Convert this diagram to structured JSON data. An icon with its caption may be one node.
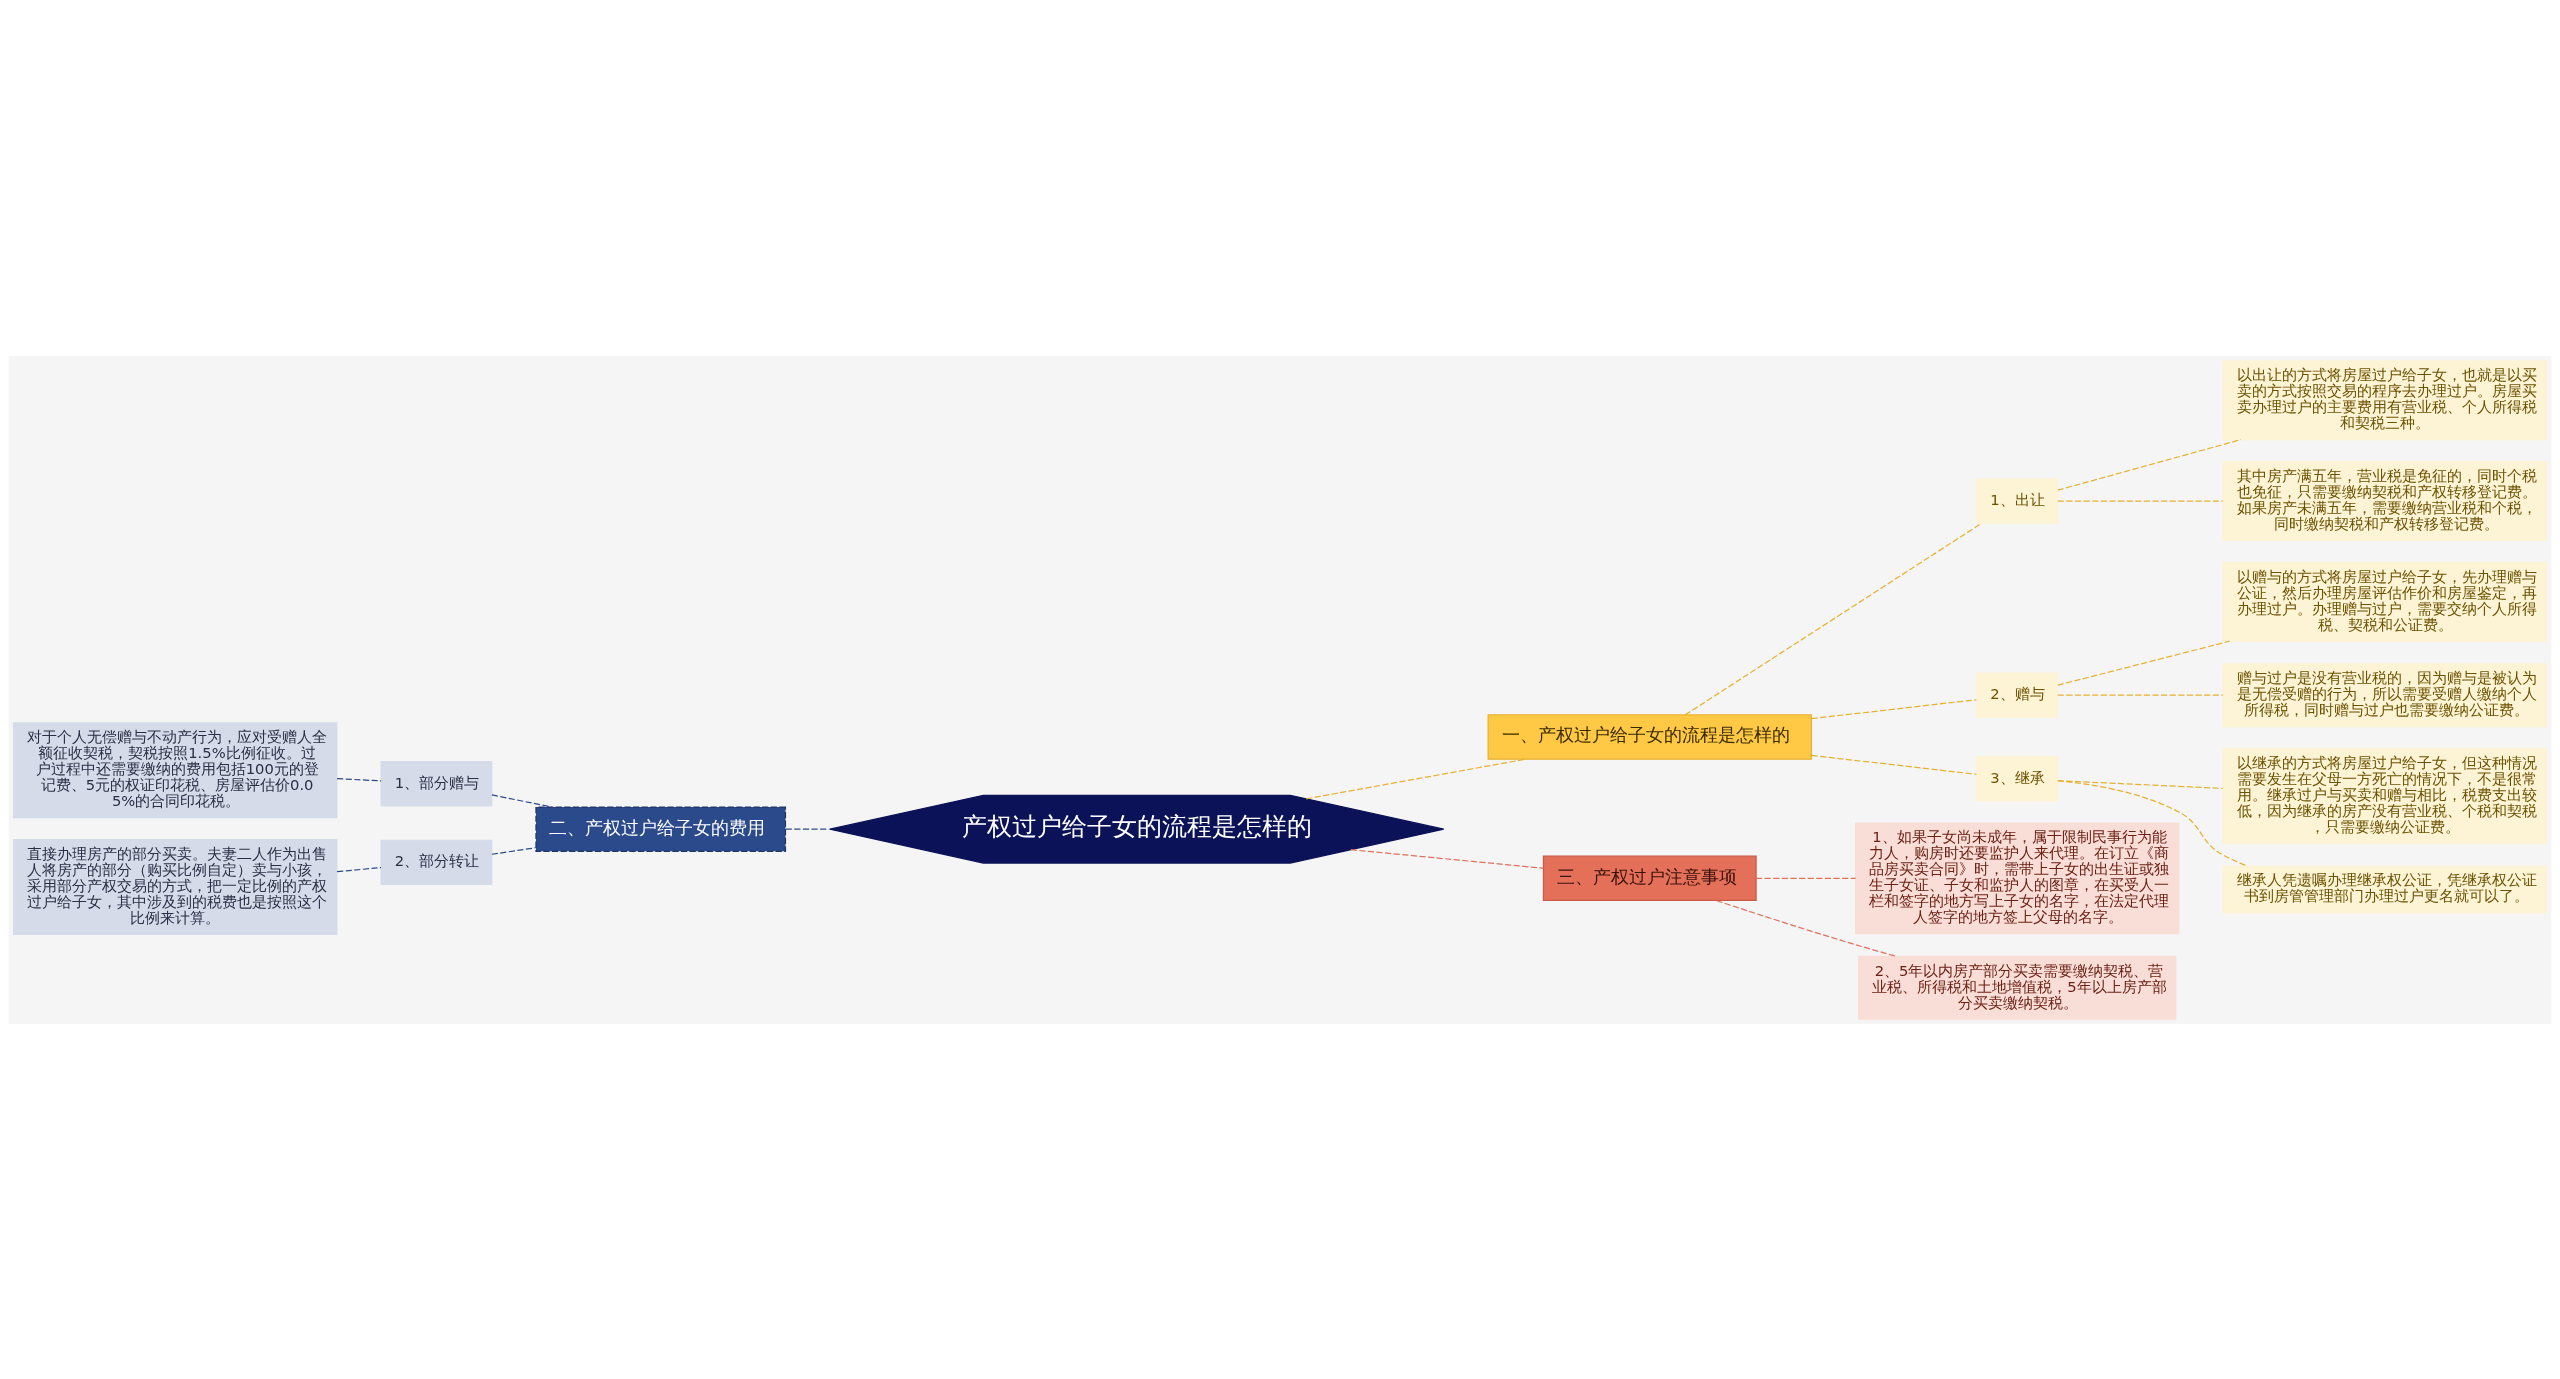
{
  "diagram": {
    "nodes": [
      {
        "text": [
          "产权过户给子女的流程是怎样的"
        ]
      },
      {
        "text": [
          "一、产权过户给子女的流程是怎样的"
        ]
      },
      {
        "text": [
          "1、出让"
        ]
      },
      {
        "text": [
          "以出让的方式将房屋过户给子女，也就是以买卖的方式按照交易的程序去办理过户。房屋买卖办理过户的主要费用有营业税、个人所得税和契税三种。"
        ]
      },
      {
        "text": [
          "其中房产满五年，营业税是免征的，同时个税也免征，只需要缴纳契税和产权转移登记费。如果房产未满五年，需要缴纳营业税和个税，同时缴纳契税和产权转移登记费。"
        ]
      },
      {
        "text": [
          "2、赠与"
        ]
      },
      {
        "text": [
          "以赠与的方式将房屋过户给子女，先办理赠与公证，然后办理房屋评估作价和房屋鉴定，再办理过户。办理赠与过户，需要交纳个人所得税、契税和公证费。"
        ]
      },
      {
        "text": [
          "赠与过户是没有营业税的，因为赠与是被认为是无偿受赠的行为，所以需要受赠人缴纳个人所得税，同时赠与过户也需要缴纳公证费。"
        ]
      },
      {
        "text": [
          "3、继承"
        ]
      },
      {
        "text": [
          "以继承的方式将房屋过户给子女，但这种情况需要发生在父母一方死亡的情况下，不是很常用。继承过户与买卖和赠与相比，税费支出较低，因为继承的房产没有营业税、个税和契税，只需要缴纳公证费。"
        ]
      },
      {
        "text": [
          "继承人凭遗嘱办理继承权公证，凭继承权公证书到房管管理部门办理过户更名就可以了。"
        ]
      },
      {
        "text": [
          "二、产权过户给子女的费用"
        ]
      },
      {
        "text": [
          "1、部分赠与"
        ]
      },
      {
        "text": [
          "对于个人无偿赠与不动产行为，应对受赠人全额征收契税，契税按照1.5%比例征收。过户过程中还需要缴纳的费用包括100元的登记费、5元的权证印花税、房屋评估价0.05%的合同印花税。"
        ]
      },
      {
        "text": [
          "2、部分转让"
        ]
      },
      {
        "text": [
          "直接办理房产的部分买卖。夫妻二人作为出售人将房产的部分（购买比例自定）卖与小孩，采用部分产权交易的方式，把一定比例的产权过户给子女，其中涉及到的税费也是按照这个比例来计算。"
        ]
      },
      {
        "text": [
          "三、产权过户注意事项"
        ]
      },
      {
        "text": [
          "1、如果子女尚未成年，属于限制民事行为能力人，购房时还要监护人来代理。在订立《商品房买卖合同》时，需带上子女的出生证或独生子女证、子女和监护人的图章，在买受人一栏和签字的地方写上子女的名字，在法定代理人签字的地方签上父母的名字。"
        ]
      },
      {
        "text": [
          "2、5年以内房产部分买卖需要缴纳契税、营业税、所得税和土地增值税，5年以上房产部分买卖缴纳契税。"
        ]
      }
    ],
    "edges": [
      {
        "from": 0,
        "to": 1,
        "arrow": "none",
        "style": "dashed"
      },
      {
        "from": 1,
        "to": 2,
        "arrow": "none",
        "style": "dashed"
      },
      {
        "from": 2,
        "to": 3,
        "arrow": "none",
        "style": "dashed"
      },
      {
        "from": 2,
        "to": 4,
        "arrow": "none",
        "style": "dashed"
      },
      {
        "from": 1,
        "to": 5,
        "arrow": "none",
        "style": "dashed"
      },
      {
        "from": 5,
        "to": 6,
        "arrow": "none",
        "style": "dashed"
      },
      {
        "from": 5,
        "to": 7,
        "arrow": "none",
        "style": "dashed"
      },
      {
        "from": 1,
        "to": 8,
        "arrow": "none",
        "style": "dashed"
      },
      {
        "from": 8,
        "to": 9,
        "arrow": "none",
        "style": "dashed"
      },
      {
        "from": 8,
        "to": 10,
        "arrow": "none",
        "style": "dashed"
      },
      {
        "from": 0,
        "to": 11,
        "arrow": "none",
        "style": "dashed",
        "color": "#2b4a8b"
      },
      {
        "from": 11,
        "to": 12,
        "arrow": "none",
        "style": "dashed",
        "color": "#2b4a8b"
      },
      {
        "from": 12,
        "to": 13,
        "arrow": "none",
        "style": "dashed",
        "color": "#2b4a8b"
      },
      {
        "from": 11,
        "to": 14,
        "arrow": "none",
        "style": "dashed",
        "color": "#2b4a8b"
      },
      {
        "from": 14,
        "to": 15,
        "arrow": "none",
        "style": "dashed",
        "color": "#2b4a8b"
      },
      {
        "from": 0,
        "to": 16,
        "arrow": "none",
        "style": "dashed",
        "color": "#e0705a"
      },
      {
        "from": 16,
        "to": 17,
        "arrow": "none",
        "style": "dashed",
        "color": "#e0705a"
      },
      {
        "from": 16,
        "to": 18,
        "arrow": "none",
        "style": "dashed",
        "color": "#e0705a"
      }
    ]
  }
}
